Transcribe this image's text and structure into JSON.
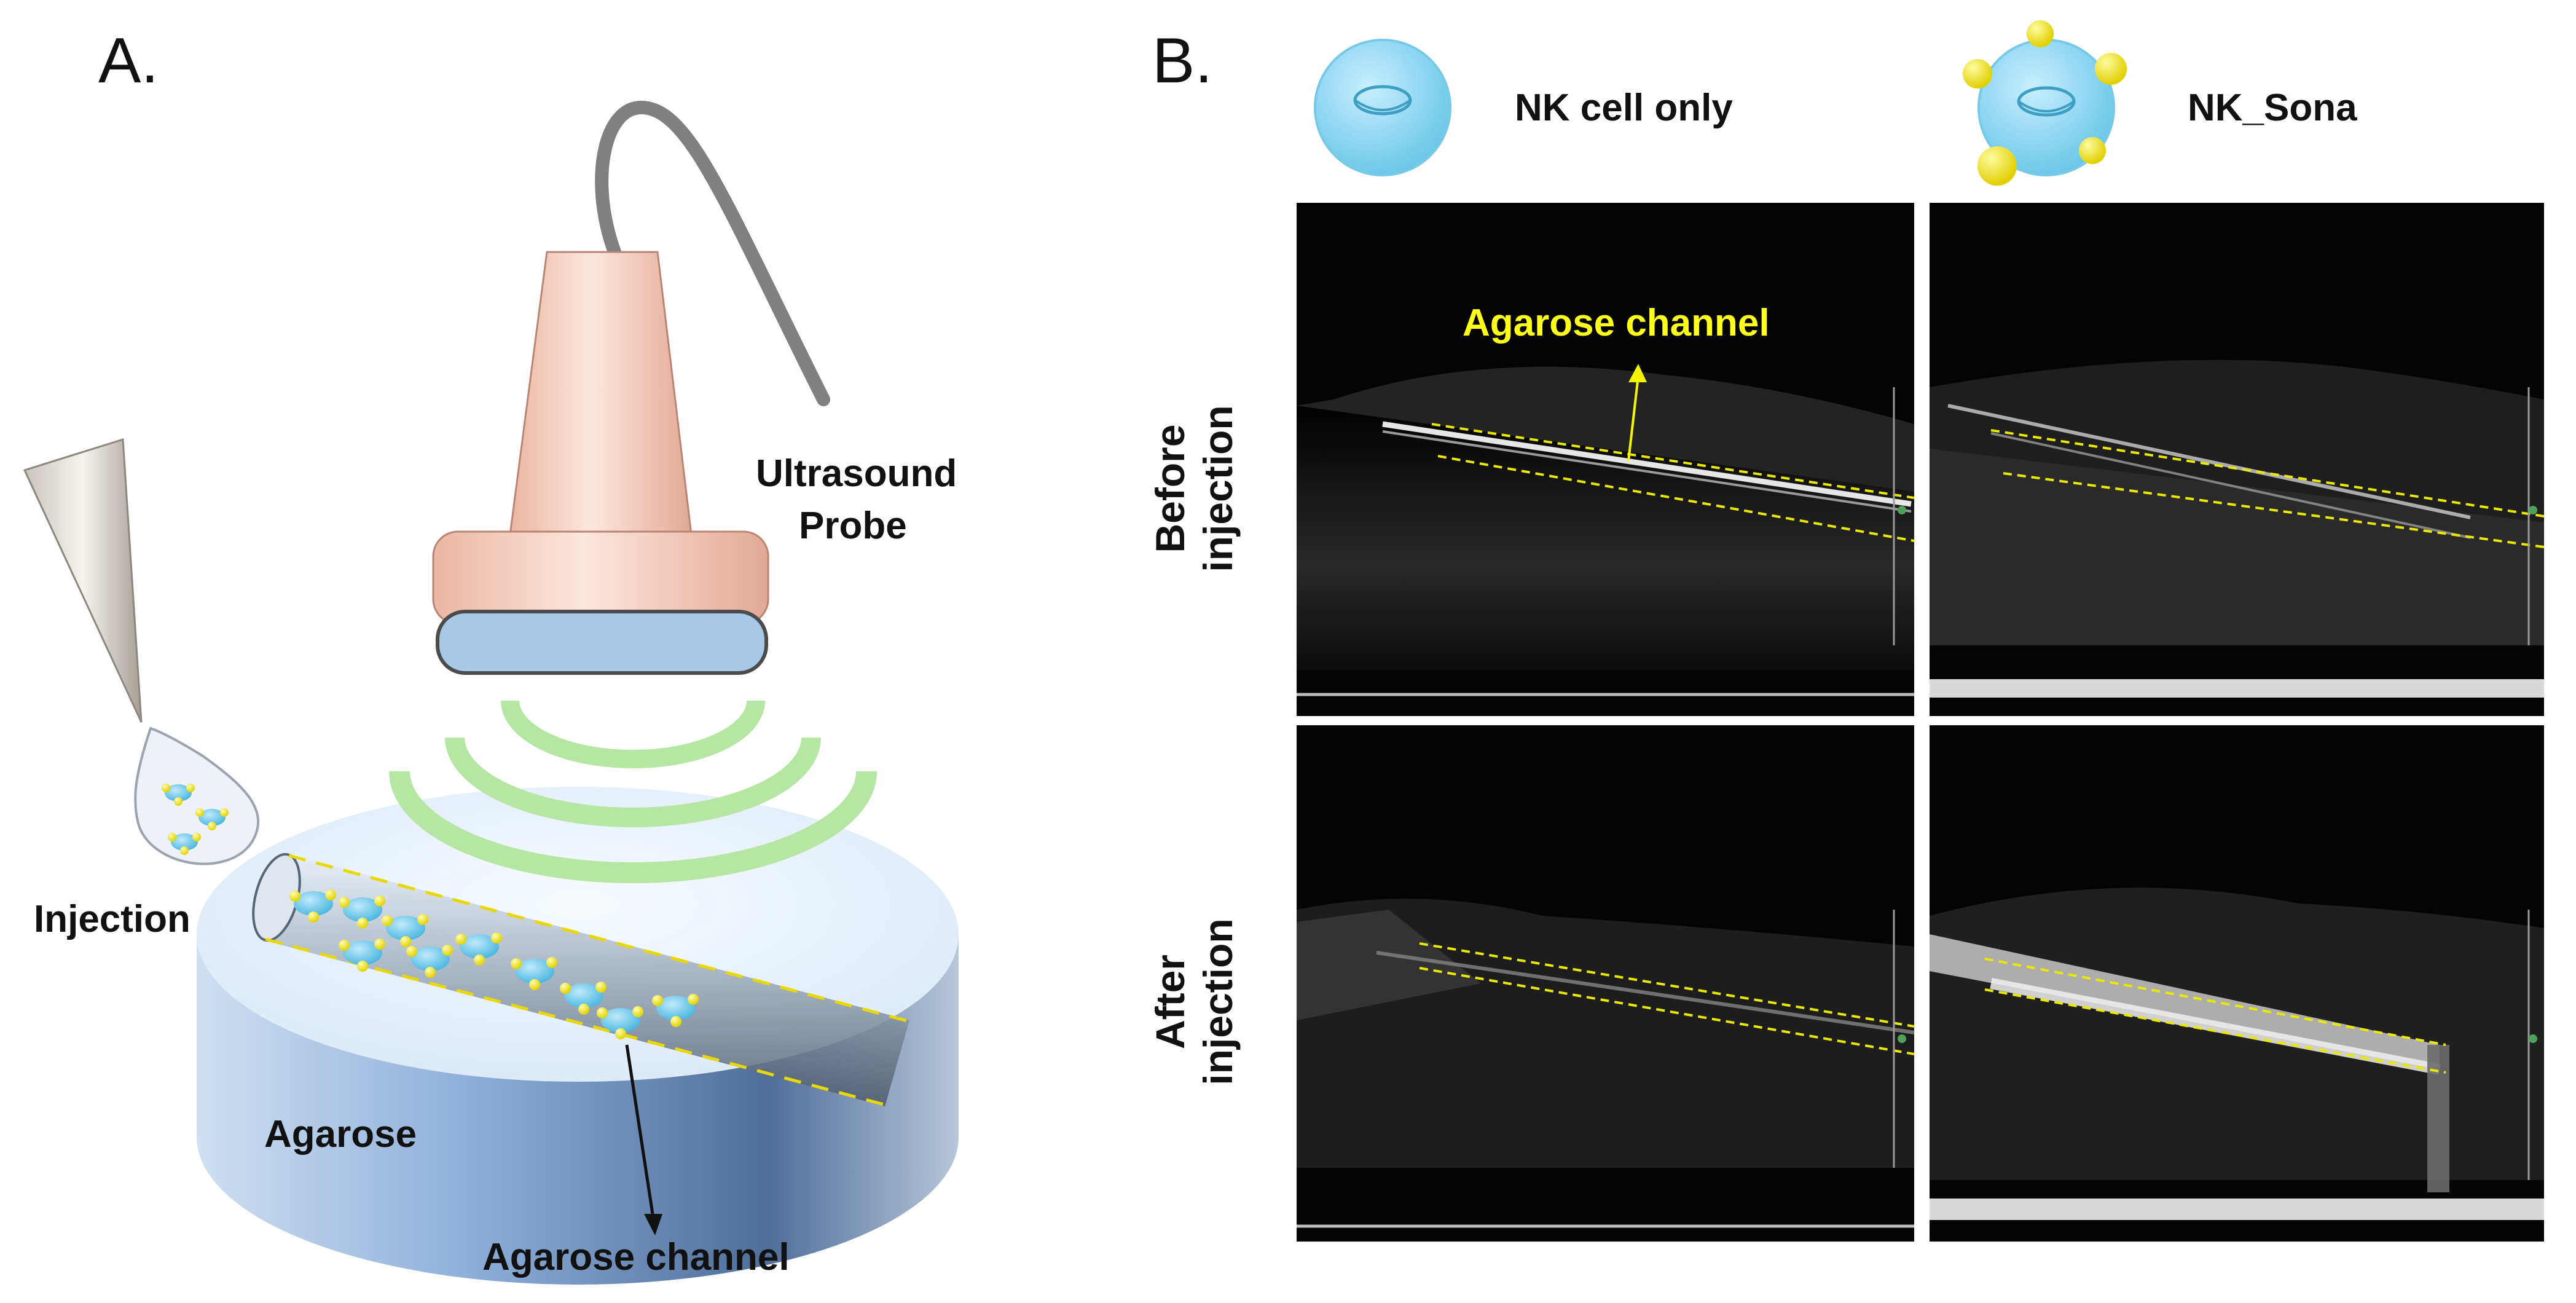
{
  "panel_a": {
    "letter": "A.",
    "probe_label_line1": "Ultrasound",
    "probe_label_line2": "Probe",
    "injection_label": "Injection",
    "agarose_label": "Agarose",
    "channel_label": "Agarose channel"
  },
  "panel_b": {
    "letter": "B.",
    "legend_nk_only": "NK cell only",
    "legend_nk_sona": "NK_Sona",
    "row_before_line1": "Before",
    "row_before_line2": "injection",
    "row_after_line1": "After",
    "row_after_line2": "injection",
    "channel_annotation": "Agarose channel"
  },
  "colors": {
    "cell_blue": "#7ecfea",
    "sona_yellow": "#f2e600",
    "probe_body": "#f3cfc0",
    "probe_face": "#a9c8e6",
    "wave_green": "#b6e6a4",
    "annotation_yellow": "#ffff1a"
  }
}
